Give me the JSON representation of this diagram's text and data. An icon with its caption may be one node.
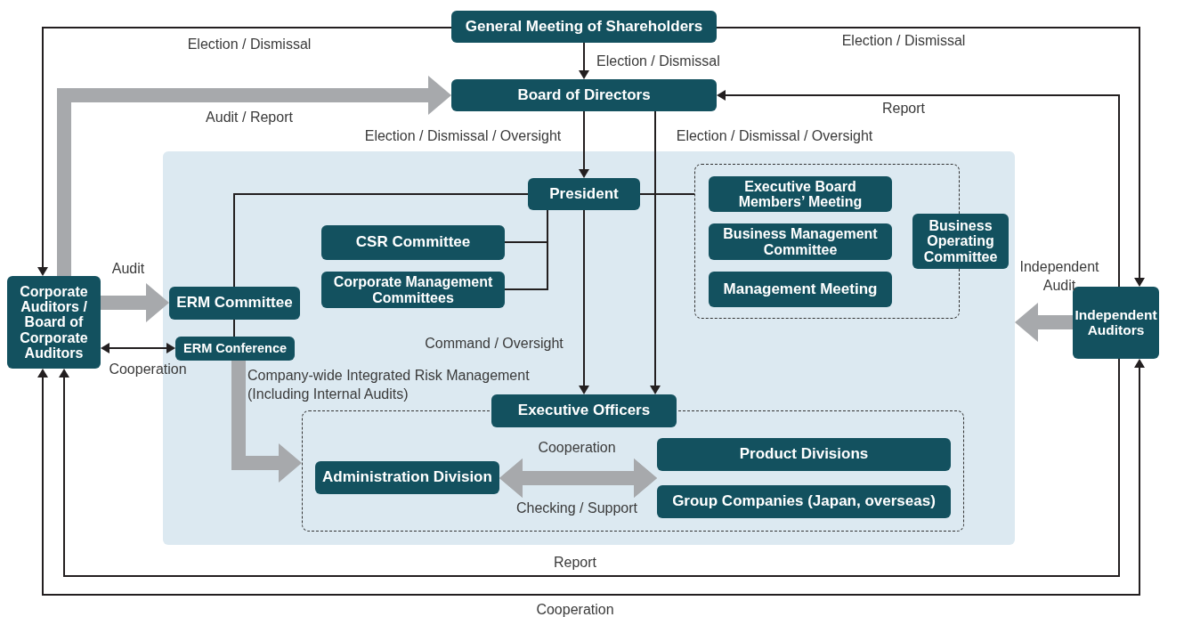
{
  "diagram": {
    "nodes": [
      {
        "text": [
          "General Meeting of Shareholders"
        ]
      },
      {
        "text": [
          "Board of Directors"
        ]
      },
      {
        "text": [
          "Corporate Auditors / Board of Corporate Auditors"
        ]
      },
      {
        "text": [
          "Independent Auditors"
        ]
      },
      {
        "text": [],
        "shape": "box"
      },
      {
        "text": [
          "President"
        ],
        "in": 4
      },
      {
        "text": [
          "CSR Committee"
        ],
        "in": 4
      },
      {
        "text": [
          "Corporate Management Committees"
        ],
        "in": 4
      },
      {
        "text": [],
        "shape": "box",
        "in": 4
      },
      {
        "text": [
          "Executive Board Members’ Meeting"
        ],
        "in": 8
      },
      {
        "text": [
          "Business Management Committee"
        ],
        "in": 8
      },
      {
        "text": [
          "Management Meeting"
        ],
        "in": 8
      },
      {
        "text": [
          "Business Operating Committee"
        ],
        "in": 4
      },
      {
        "text": [
          "ERM Committee"
        ],
        "in": 4
      },
      {
        "text": [
          "ERM Conference"
        ],
        "in": 4
      },
      {
        "text": [],
        "shape": "box",
        "in": 4
      },
      {
        "text": [
          "Executive Officers"
        ],
        "in": 4
      },
      {
        "text": [
          "Administration Division"
        ],
        "in": 15
      },
      {
        "text": [
          "Product Divisions"
        ],
        "in": 15
      },
      {
        "text": [
          "Group Companies (Japan, overseas)"
        ],
        "in": 15
      }
    ],
    "edges": [
      {
        "from": 0,
        "to": 1,
        "arrow": "to",
        "label": "Election / Dismissal"
      },
      {
        "from": 0,
        "to": 2,
        "arrow": "to",
        "label": "Election / Dismissal"
      },
      {
        "from": 0,
        "to": 3,
        "arrow": "to",
        "label": "Election / Dismissal"
      },
      {
        "from": 2,
        "to": 1,
        "arrow": "to",
        "label": "Audit / Report",
        "style": "thick",
        "color": "#a7a9ac"
      },
      {
        "from": 3,
        "to": 1,
        "arrow": "to",
        "label": "Report"
      },
      {
        "from": 1,
        "to": 5,
        "arrow": "to",
        "label": "Election / Dismissal / Oversight"
      },
      {
        "from": 1,
        "to": 16,
        "arrow": "to",
        "label": "Election / Dismissal / Oversight"
      },
      {
        "from": 5,
        "to": 16,
        "arrow": "to",
        "label": "Command / Oversight"
      },
      {
        "from": 5,
        "to": 6,
        "arrow": "none"
      },
      {
        "from": 5,
        "to": 7,
        "arrow": "none"
      },
      {
        "from": 5,
        "to": 8,
        "arrow": "none"
      },
      {
        "from": 5,
        "to": 13,
        "arrow": "none"
      },
      {
        "from": 13,
        "to": 14,
        "arrow": "none"
      },
      {
        "from": 2,
        "to": 13,
        "arrow": "to",
        "label": "Audit",
        "style": "thick",
        "color": "#a7a9ac"
      },
      {
        "from": 2,
        "to": 14,
        "arrow": "both",
        "label": "Cooperation"
      },
      {
        "from": 14,
        "to": 15,
        "arrow": "to",
        "label": "Company-wide Integrated Risk Management (Including Internal Audits)",
        "style": "thick",
        "color": "#a7a9ac"
      },
      {
        "from": 17,
        "to": 18,
        "arrow": "both",
        "label": "Cooperation",
        "style": "thick",
        "color": "#a7a9ac"
      },
      {
        "from": 17,
        "to": 19,
        "arrow": "both",
        "label": "Checking / Support",
        "style": "thick",
        "color": "#a7a9ac"
      },
      {
        "from": 3,
        "to": 4,
        "arrow": "to",
        "label": "Independent Audit",
        "style": "thick",
        "color": "#a7a9ac"
      },
      {
        "from": 3,
        "to": 2,
        "arrow": "to",
        "label": "Report"
      },
      {
        "from": 2,
        "to": 3,
        "arrow": "both",
        "label": "Cooperation"
      }
    ]
  }
}
